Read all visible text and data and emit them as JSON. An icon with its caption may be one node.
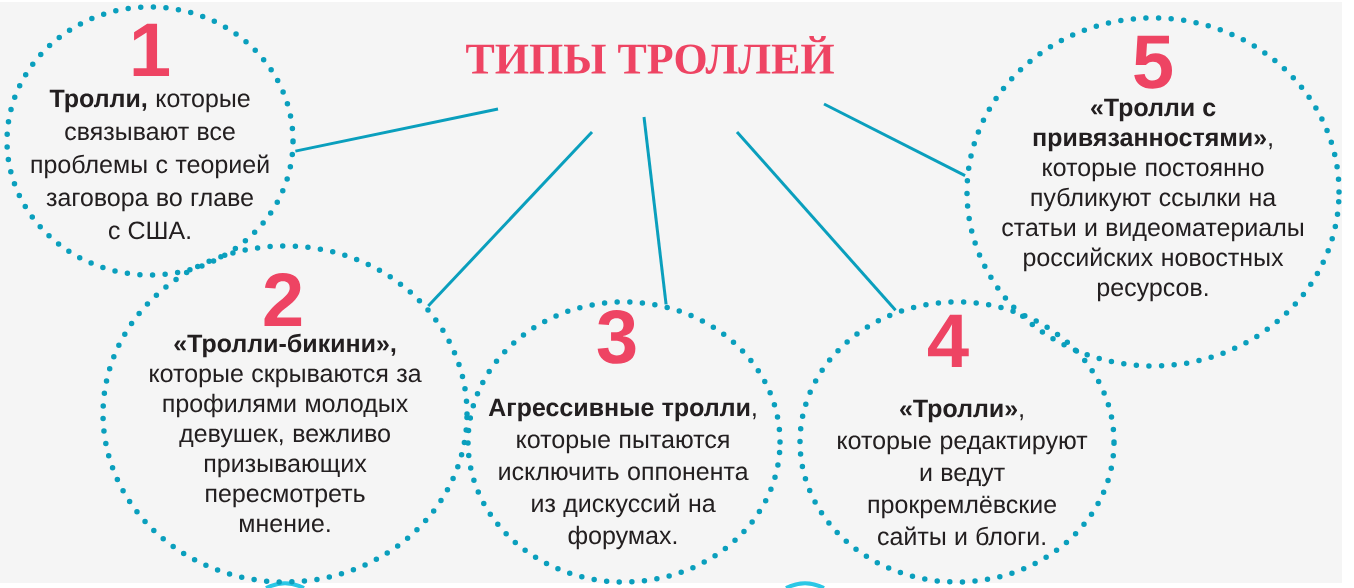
{
  "diagram": {
    "nodes": [
      {
        "text": [
          "ТИПЫ ТРОЛЛЕЙ"
        ]
      },
      {
        "text": [
          "1",
          "**Тролли,** которые связывают все проблемы с теорией заговора во главе с США."
        ]
      },
      {
        "text": [
          "2",
          "**«Тролли-бикини»,** которые скрываются за профилями молодых девушек, вежливо призывающих пересмотреть мнение."
        ]
      },
      {
        "text": [
          "3",
          "**Агрессивные тролли**, которые пытаются исключить оппонента из дискуссий на форумах."
        ]
      },
      {
        "text": [
          "4",
          "**«Тролли»**, которые редактируют и ведут прокремлёвские сайты и блоги."
        ]
      },
      {
        "text": [
          "5",
          "**«Тролли с привязанностями»**, которые постоянно публикуют ссылки на статьи и видеоматериалы российских новостных ресурсов."
        ]
      }
    ],
    "edges": [
      {
        "from": 0,
        "to": 1,
        "arrow": "none"
      },
      {
        "from": 0,
        "to": 2,
        "arrow": "none"
      },
      {
        "from": 0,
        "to": 3,
        "arrow": "none"
      },
      {
        "from": 0,
        "to": 4,
        "arrow": "none"
      },
      {
        "from": 0,
        "to": 5,
        "arrow": "none"
      }
    ]
  }
}
